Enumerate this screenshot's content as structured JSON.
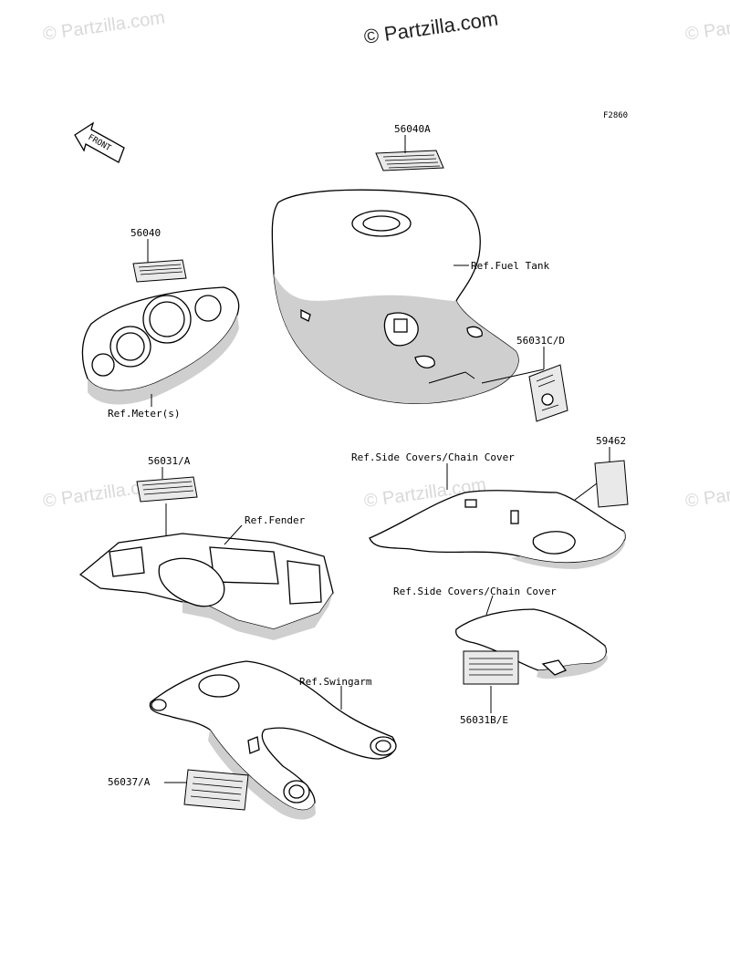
{
  "watermarks": {
    "main": "© Partzilla.com",
    "faint": "© Partzilla.com"
  },
  "figure_code": "F2860",
  "front_arrow_label": "FRONT",
  "callouts": {
    "p56040a": "56040A",
    "p56040": "56040",
    "fuel_tank": "Ref.Fuel Tank",
    "p56031cd": "56031C/D",
    "meter": "Ref.Meter(s)",
    "p56031a": "56031/A",
    "fender": "Ref.Fender",
    "side_covers_1": "Ref.Side Covers/Chain Cover",
    "p59462": "59462",
    "side_covers_2": "Ref.Side Covers/Chain Cover",
    "swingarm": "Ref.Swingarm",
    "p56031be": "56031B/E",
    "p56037a": "56037/A"
  }
}
